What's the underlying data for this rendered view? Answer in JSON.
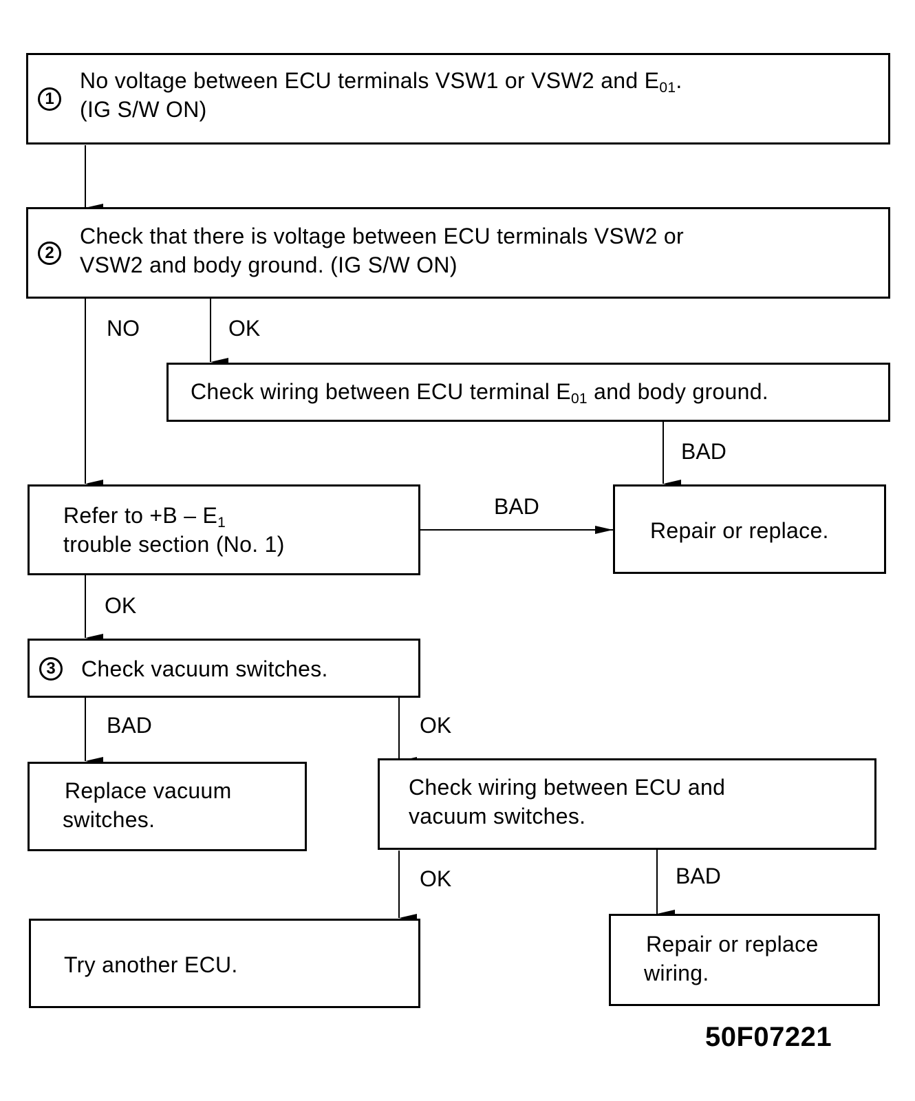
{
  "steps": {
    "step1": {
      "number": "1",
      "line1": "No voltage between ECU terminals VSW1 or VSW2 and E",
      "line1_sub": "01",
      "line1_end": ".",
      "line2": "(IG S/W ON)"
    },
    "step2": {
      "number": "2",
      "line1": "Check that there is voltage between ECU terminals VSW2 or",
      "line2": "VSW2 and body ground. (IG S/W ON)"
    },
    "check_e01": {
      "text": "Check wiring between ECU terminal E",
      "text_sub": "01",
      "text_end": " and body ground."
    },
    "refer": {
      "line1": "Refer to +B – E",
      "line1_sub": "1",
      "line2": "trouble section (No. 1)"
    },
    "repair1": {
      "text": "Repair or replace."
    },
    "step3": {
      "number": "3",
      "text": "Check vacuum switches."
    },
    "replace_vac": {
      "line1": "Replace vacuum",
      "line2": "switches."
    },
    "check_wiring_vac": {
      "line1": "Check wiring between ECU and",
      "line2": "vacuum switches."
    },
    "try_ecu": {
      "text": "Try another ECU."
    },
    "repair_wiring": {
      "line1": "Repair or replace",
      "line2": "wiring."
    }
  },
  "labels": {
    "no": "NO",
    "ok": "OK",
    "bad": "BAD"
  },
  "figure_code": "50F07221"
}
